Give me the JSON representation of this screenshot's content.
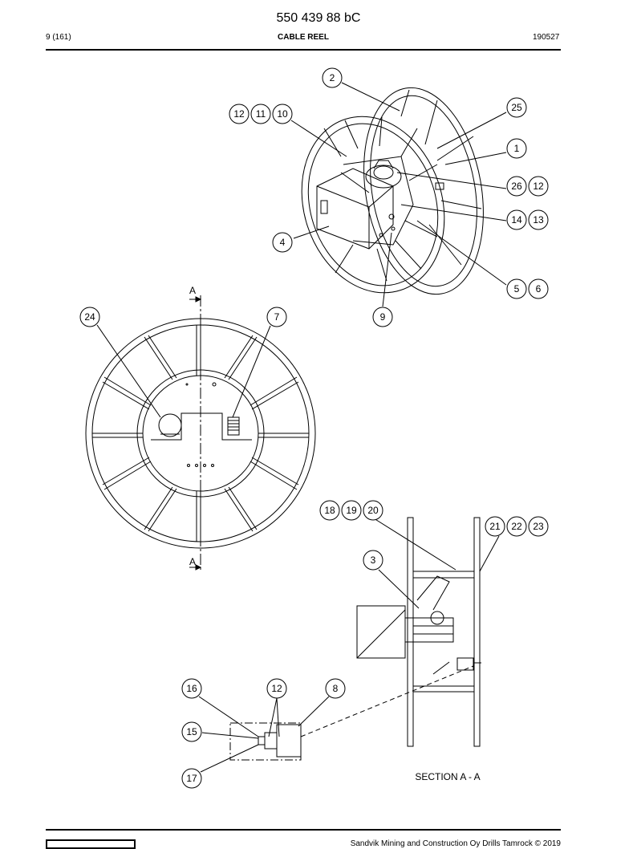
{
  "header": {
    "doc_number": "550 439 88 bC",
    "page": "9 (161)",
    "title": "CABLE REEL",
    "date": "190527"
  },
  "drawing": {
    "balloons": [
      "2",
      "12",
      "11",
      "10",
      "25",
      "1",
      "26",
      "12",
      "14",
      "13",
      "4",
      "5",
      "6",
      "9",
      "24",
      "7",
      "18",
      "19",
      "20",
      "21",
      "22",
      "23",
      "3",
      "16",
      "12",
      "8",
      "15",
      "17"
    ],
    "section_marks": [
      "A",
      "A"
    ],
    "section_label": "SECTION A - A"
  },
  "footer": {
    "copyright": "Sandvik Mining and Construction Oy Drills Tamrock © 2019"
  }
}
